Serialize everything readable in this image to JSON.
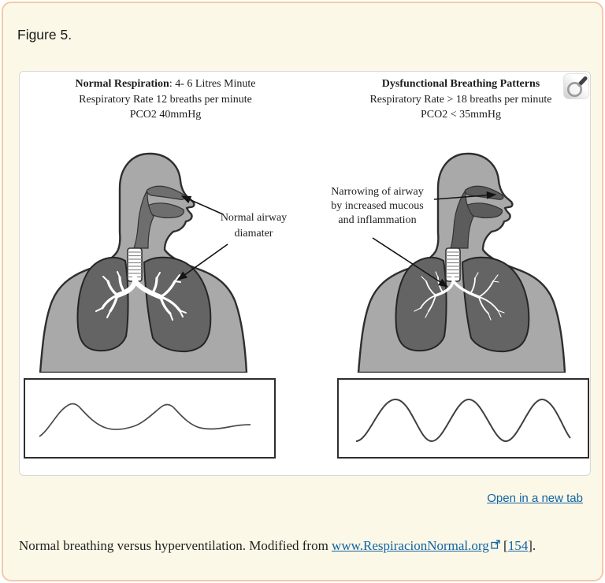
{
  "page": {
    "figure_label": "Figure 5.",
    "open_in_new_tab": "Open in a new tab",
    "caption": {
      "before_link": "Normal breathing versus hyperventilation. Modified from ",
      "link": "www.RespiracionNormal.org",
      "between": " [",
      "reference": "154",
      "after": "]."
    }
  },
  "figure": {
    "left": {
      "title_bold": "Normal Respiration",
      "title_rest": ": 4- 6 Litres Minute",
      "line2": "Respiratory Rate 12 breaths per minute",
      "line3": "PCO2 40mmHg",
      "annotation": [
        "Normal airway",
        "diamater"
      ]
    },
    "right": {
      "title_bold": "Dysfunctional Breathing Patterns",
      "line2": "Respiratory Rate > 18 breaths per minute",
      "line3": "PCO2 < 35mmHg",
      "annotation": [
        "Narrowing of airway",
        "by increased mucous",
        "and inflammation"
      ]
    }
  },
  "icons": {
    "zoom": "magnifier-icon",
    "external_link": "external-link-icon"
  },
  "colors": {
    "card_background": "#fcf8e7",
    "card_border": "#f4c9a9",
    "link_blue": "#0e63a6",
    "body_gray": "#a9a9a9",
    "lung_gray": "#646464",
    "airway_gray": "#6e6e6e",
    "outline_dark": "#2e2e2e"
  }
}
